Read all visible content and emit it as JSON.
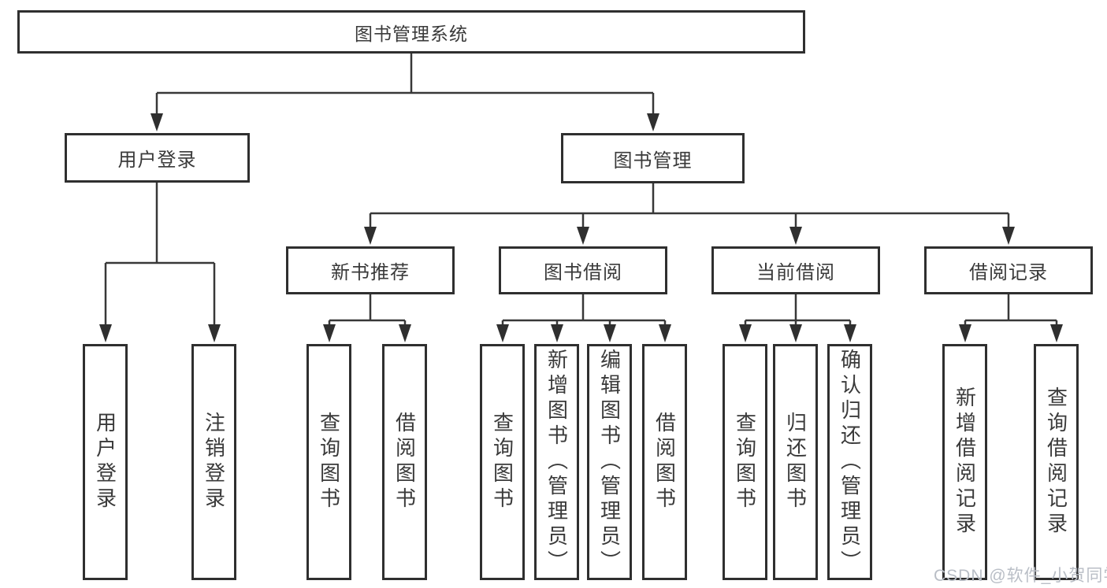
{
  "tree": {
    "root": {
      "label": "图书管理系统"
    },
    "children": [
      {
        "label": "用户登录",
        "children": [
          {
            "label": "用户登录"
          },
          {
            "label": "注销登录"
          }
        ]
      },
      {
        "label": "图书管理",
        "children": [
          {
            "label": "新书推荐",
            "children": [
              {
                "label": "查询图书"
              },
              {
                "label": "借阅图书"
              }
            ]
          },
          {
            "label": "图书借阅",
            "children": [
              {
                "label": "查询图书"
              },
              {
                "label": "新增图书（管理员）"
              },
              {
                "label": "编辑图书（管理员）"
              },
              {
                "label": "借阅图书"
              }
            ]
          },
          {
            "label": "当前借阅",
            "children": [
              {
                "label": "查询图书"
              },
              {
                "label": "归还图书"
              },
              {
                "label": "确认归还（管理员）"
              }
            ]
          },
          {
            "label": "借阅记录",
            "children": [
              {
                "label": "新增借阅记录"
              },
              {
                "label": "查询借阅记录"
              }
            ]
          }
        ]
      }
    ]
  },
  "watermark": {
    "text": "CSDN @软件_小贺同学"
  },
  "colors": {
    "line": "#383838",
    "box_border": "#2f2f2f",
    "text": "#3a3a3a",
    "watermark": "#b9bec6",
    "background": "#ffffff"
  }
}
